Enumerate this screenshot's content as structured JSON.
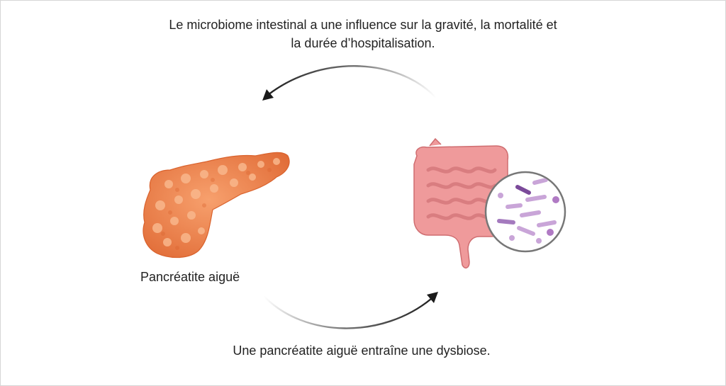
{
  "captions": {
    "top_line1": "Le microbiome intestinal a une influence sur la gravité, la mortalité et",
    "top_line2": "la durée d’hospitalisation.",
    "bottom": "Une pancréatite aiguë entraîne une dysbiose."
  },
  "labels": {
    "pancreas": "Pancréatite aiguë"
  },
  "icons": {
    "pancreas": "pancreas-illustration",
    "intestine": "intestine-illustration",
    "bacteria": "bacteria-magnifier-illustration"
  },
  "colors": {
    "pancreas": "#f08552",
    "intestine": "#e8898a",
    "bacteria": "#b07ac4",
    "arrow": "#1a1a1a"
  }
}
